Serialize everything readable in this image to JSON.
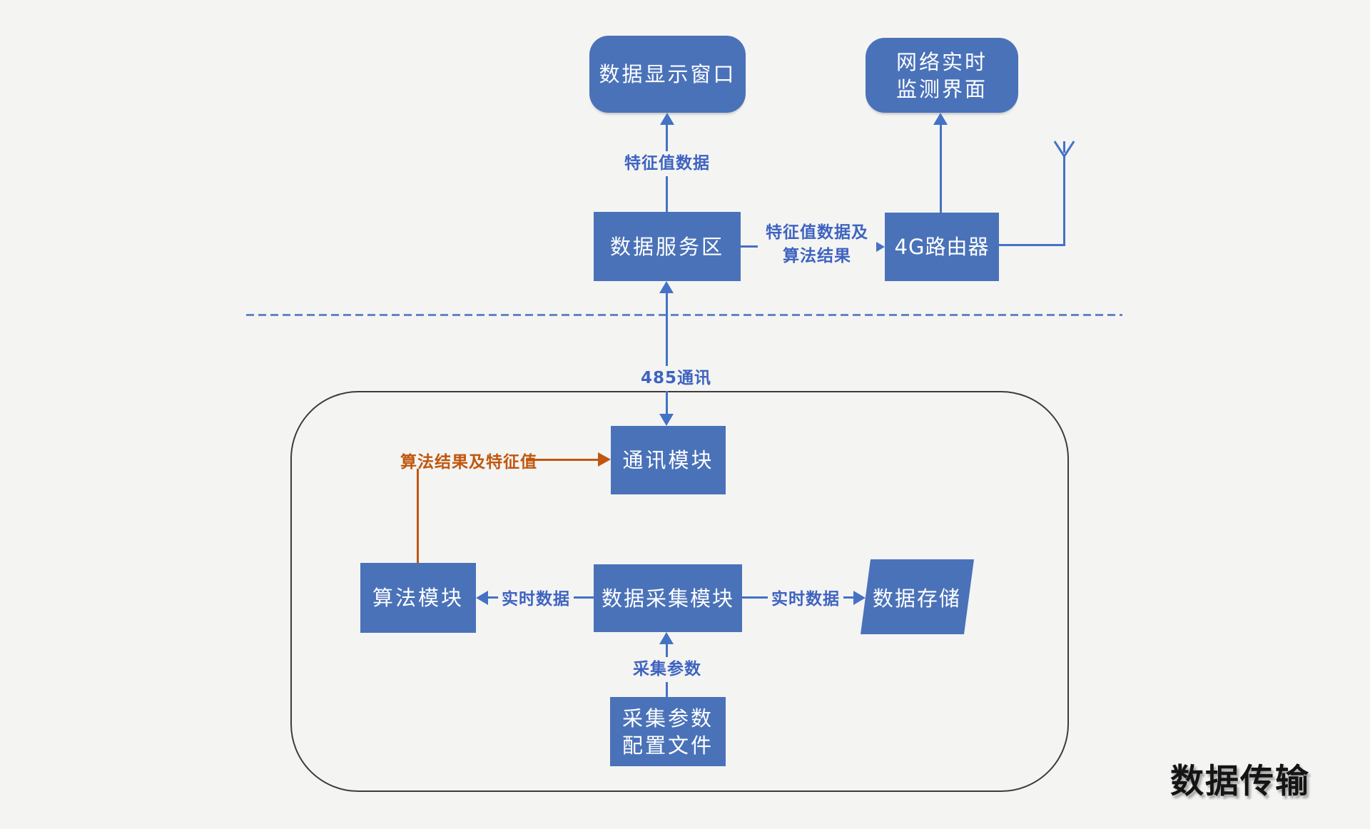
{
  "title": "数据传输",
  "colors": {
    "background": "#f4f4f3",
    "node_fill": "#4a72b9",
    "node_text": "#ffffff",
    "connector_blue": "#4472c4",
    "label_blue": "#3e63c0",
    "connector_orange": "#c0570e",
    "dashed_divider": "#6385c6",
    "boundary_border": "#3c3c3c",
    "title_text": "#141414"
  },
  "nodes": {
    "display_window": {
      "label": "数据显示窗口"
    },
    "network_monitor": {
      "label": "网络实时\n监测界面"
    },
    "data_server": {
      "label": "数据服务区"
    },
    "router_4g": {
      "label": "4G路由器"
    },
    "comm_module": {
      "label": "通讯模块"
    },
    "algorithm_module": {
      "label": "算法模块"
    },
    "data_acquisition": {
      "label": "数据采集模块"
    },
    "data_storage": {
      "label": "数据存储"
    },
    "config_file": {
      "label": "采集参数\n配置文件"
    }
  },
  "edge_labels": {
    "feature_data": "特征值数据",
    "feature_data_and_result": "特征值数据及\n算法结果",
    "comm_485": "485通讯",
    "algo_result_and_feature": "算法结果及特征值",
    "realtime_data_left": "实时数据",
    "realtime_data_right": "实时数据",
    "acq_params": "采集参数"
  },
  "icons": {
    "antenna": "antenna-icon"
  }
}
